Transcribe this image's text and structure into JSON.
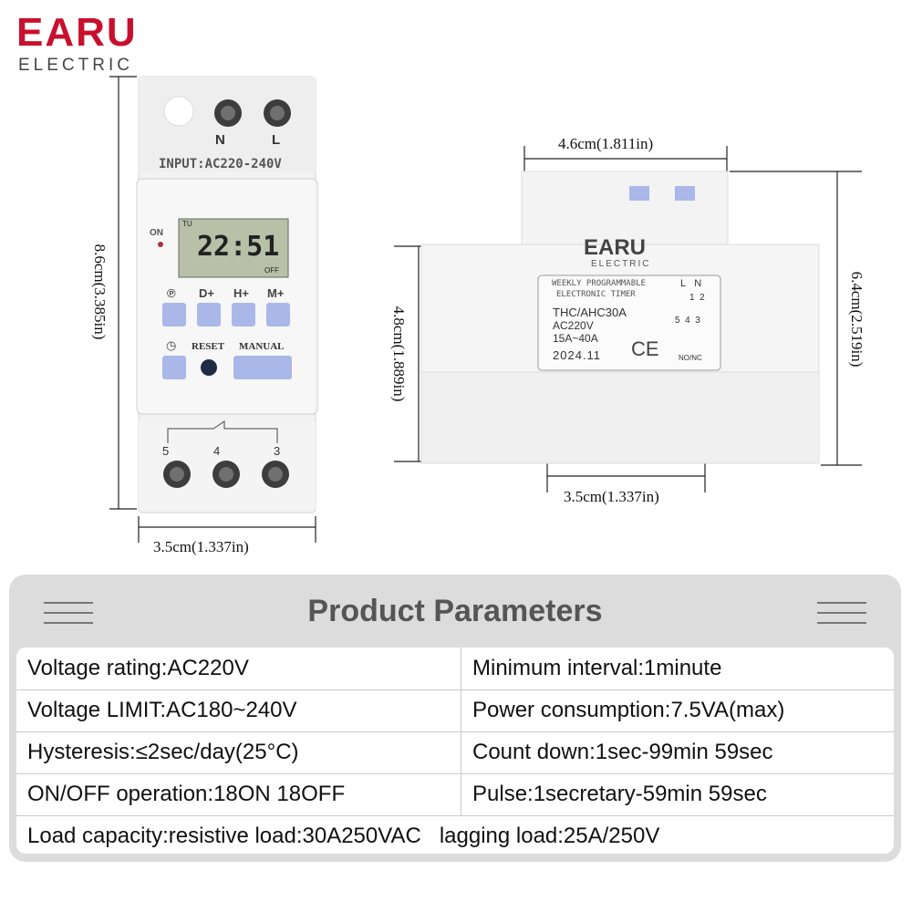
{
  "brand": {
    "name": "EARU",
    "sub": "ELECTRIC"
  },
  "front_view": {
    "terminal_top": [
      "N",
      "L"
    ],
    "input_label": "INPUT:AC220-240V",
    "on_label": "ON",
    "display_time": "22:51",
    "display_tu": "TU",
    "display_off": "OFF",
    "buttons_row1": [
      "℗",
      "D+",
      "H+",
      "M+"
    ],
    "clock_symbol": "◷",
    "reset_label": "RESET",
    "manual_label": "MANUAL",
    "terminal_bottom": [
      "5",
      "4",
      "3"
    ],
    "height_label": "8.6cm(3.385in)",
    "width_label": "3.5cm(1.337in)"
  },
  "side_view": {
    "top_width_label": "4.6cm(1.811in)",
    "brand_name": "EARU",
    "brand_sub": "ELECTRIC",
    "product_line1": "WEEKLY PROGRAMMABLE",
    "product_line2": "ELECTRONIC TIMER",
    "model": "THC/AHC30A",
    "voltage": "AC220V",
    "current": "15A~40A",
    "date": "2024.11",
    "ce_mark": "CE",
    "ln_labels": [
      "L",
      "N"
    ],
    "ln_numbers": [
      "1",
      "2"
    ],
    "contact_numbers": [
      "5",
      "4",
      "3"
    ],
    "no_nc": "NO/NC",
    "left_height_label": "4.8cm(1.889in)",
    "right_height_label": "6.4cm(2.519in)",
    "bottom_width_label": "3.5cm(1.337in)"
  },
  "parameters": {
    "title": "Product Parameters",
    "rows": [
      [
        "Voltage rating:AC220V",
        "Minimum interval:1minute"
      ],
      [
        "Voltage LIMIT:AC180~240V",
        "Power consumption:7.5VA(max)"
      ],
      [
        "Hysteresis:≤2sec/day(25°C)",
        "Count down:1sec-99min 59sec"
      ],
      [
        "ON/OFF operation:18ON 18OFF",
        "Pulse:1secretary-59min 59sec"
      ]
    ],
    "last_row": "Load capacity:resistive load:30A250VAC   lagging load:25A/250V"
  },
  "colors": {
    "brand_red": "#c8102e",
    "button_blue": "#a9b8e8",
    "panel_gray": "#dcdcdc"
  }
}
